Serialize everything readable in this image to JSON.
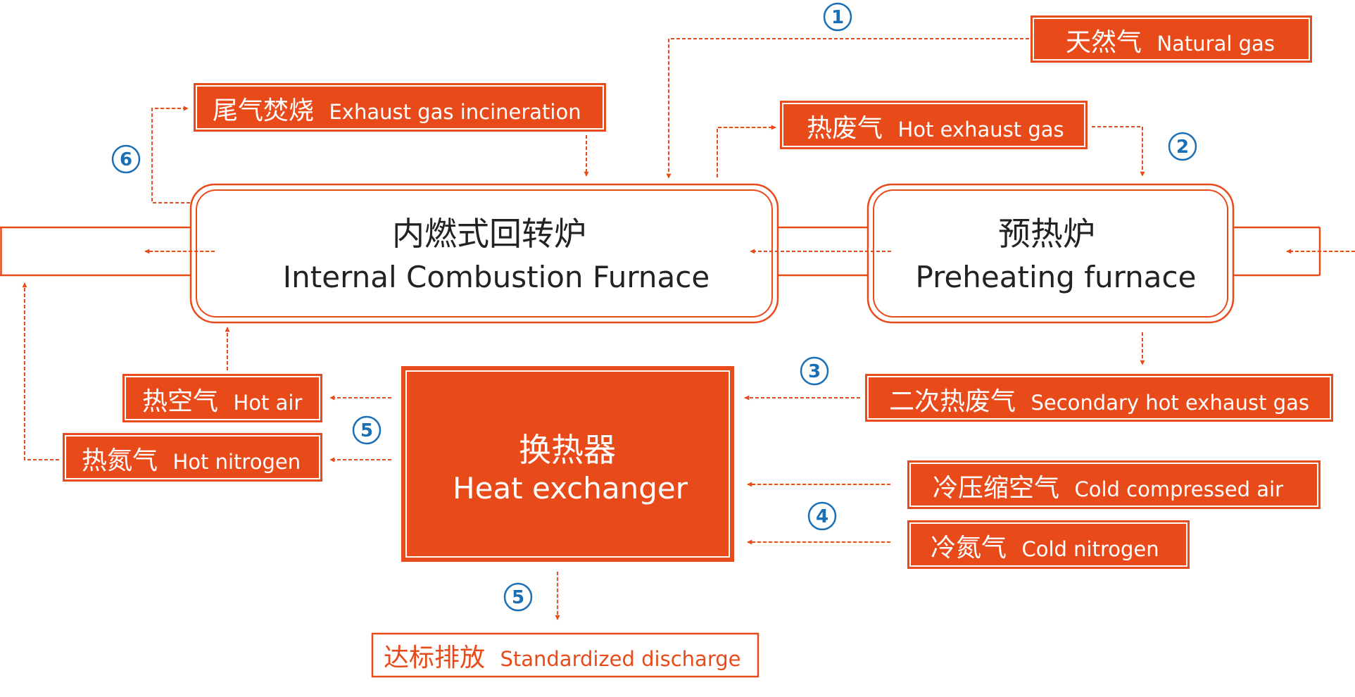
{
  "colors": {
    "accent": "#e84a1a",
    "marker": "#1b6fb5",
    "text_dark": "#222222",
    "text_light": "#ffffff",
    "background": "#ffffff"
  },
  "furnaces": {
    "internal_cn": "内燃式回转炉",
    "internal_en": "Internal Combustion Furnace",
    "preheating_cn": "预热炉",
    "preheating_en": "Preheating furnace"
  },
  "exchanger": {
    "cn": "换热器",
    "en": "Heat exchanger"
  },
  "labels": {
    "natural_gas": {
      "cn": "天然气",
      "en": "Natural gas"
    },
    "exhaust_incineration": {
      "cn": "尾气焚烧",
      "en": "Exhaust gas incineration"
    },
    "hot_exhaust": {
      "cn": "热废气",
      "en": "Hot exhaust gas"
    },
    "secondary_exhaust": {
      "cn": "二次热废气",
      "en": "Secondary hot exhaust gas"
    },
    "hot_air": {
      "cn": "热空气",
      "en": "Hot air"
    },
    "hot_nitrogen": {
      "cn": "热氮气",
      "en": "Hot nitrogen"
    },
    "cold_air": {
      "cn": "冷压缩空气",
      "en": "Cold compressed air"
    },
    "cold_nitrogen": {
      "cn": "冷氮气",
      "en": "Cold nitrogen"
    },
    "discharge": {
      "cn": "达标排放",
      "en": "Standardized discharge"
    }
  },
  "markers": {
    "m1": "1",
    "m2": "2",
    "m3": "3",
    "m4": "4",
    "m5a": "5",
    "m5b": "5",
    "m6": "6"
  }
}
